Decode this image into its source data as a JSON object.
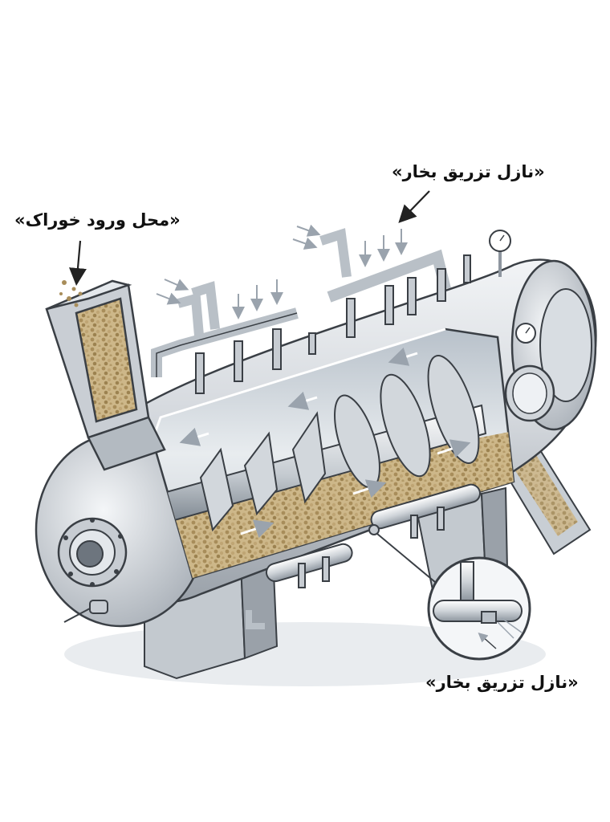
{
  "labels": {
    "feed_inlet": "«محل ورود خوراک»",
    "steam_nozzle_top": "«نازل تزریق بخار»",
    "steam_nozzle_detail": "«نازل تزریق بخار»"
  },
  "colors": {
    "steel": "#c9ced4",
    "steel_dark": "#8e969f",
    "outline": "#3a3f45",
    "feed_material": "#b59a6a",
    "interior": "#eef1f4"
  },
  "icons": [
    "pressure-gauge-icon",
    "flow-arrow-icon",
    "screw-conveyor-icon"
  ]
}
